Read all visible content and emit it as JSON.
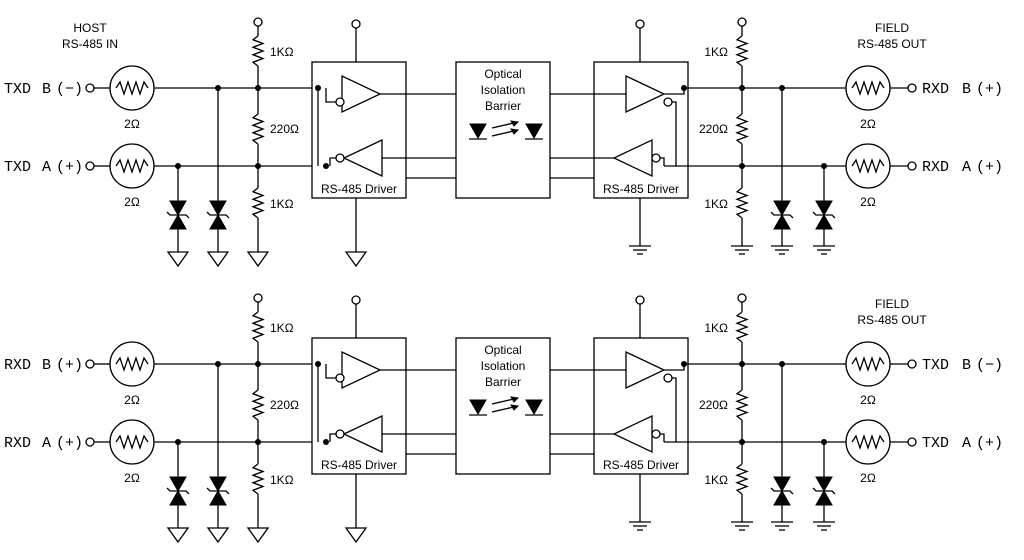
{
  "panels": [
    {
      "host_title": [
        "HOST",
        "RS-485 IN"
      ],
      "field_title": [
        "FIELD",
        "RS-485 OUT"
      ],
      "left_pins": [
        {
          "name": "TXD",
          "letter": "B",
          "sign": "(−)"
        },
        {
          "name": "TXD",
          "letter": "A",
          "sign": "(+)"
        }
      ],
      "right_pins": [
        {
          "name": "RXD",
          "letter": "B",
          "sign": "(+)"
        },
        {
          "name": "RXD",
          "letter": "A",
          "sign": "(+)"
        }
      ]
    },
    {
      "host_title": [],
      "field_title": [
        "FIELD",
        "RS-485 OUT"
      ],
      "left_pins": [
        {
          "name": "RXD",
          "letter": "B",
          "sign": "(+)"
        },
        {
          "name": "RXD",
          "letter": "A",
          "sign": "(+)"
        }
      ],
      "right_pins": [
        {
          "name": "TXD",
          "letter": "B",
          "sign": "(−)"
        },
        {
          "name": "TXD",
          "letter": "A",
          "sign": "(+)"
        }
      ]
    }
  ],
  "labels": {
    "fuse_value": "2Ω",
    "pullup_value": "1KΩ",
    "termination_value": "220Ω",
    "pulldown_value": "1KΩ",
    "driver_label": "RS-485 Driver",
    "isolation_label": [
      "Optical",
      "Isolation",
      "Barrier"
    ]
  },
  "icons": [
    "thermistor-icon",
    "resistor-icon",
    "tvs-diode-icon",
    "ground-icon",
    "buffer-triangle-icon",
    "optocoupler-icon",
    "terminal-icon"
  ]
}
